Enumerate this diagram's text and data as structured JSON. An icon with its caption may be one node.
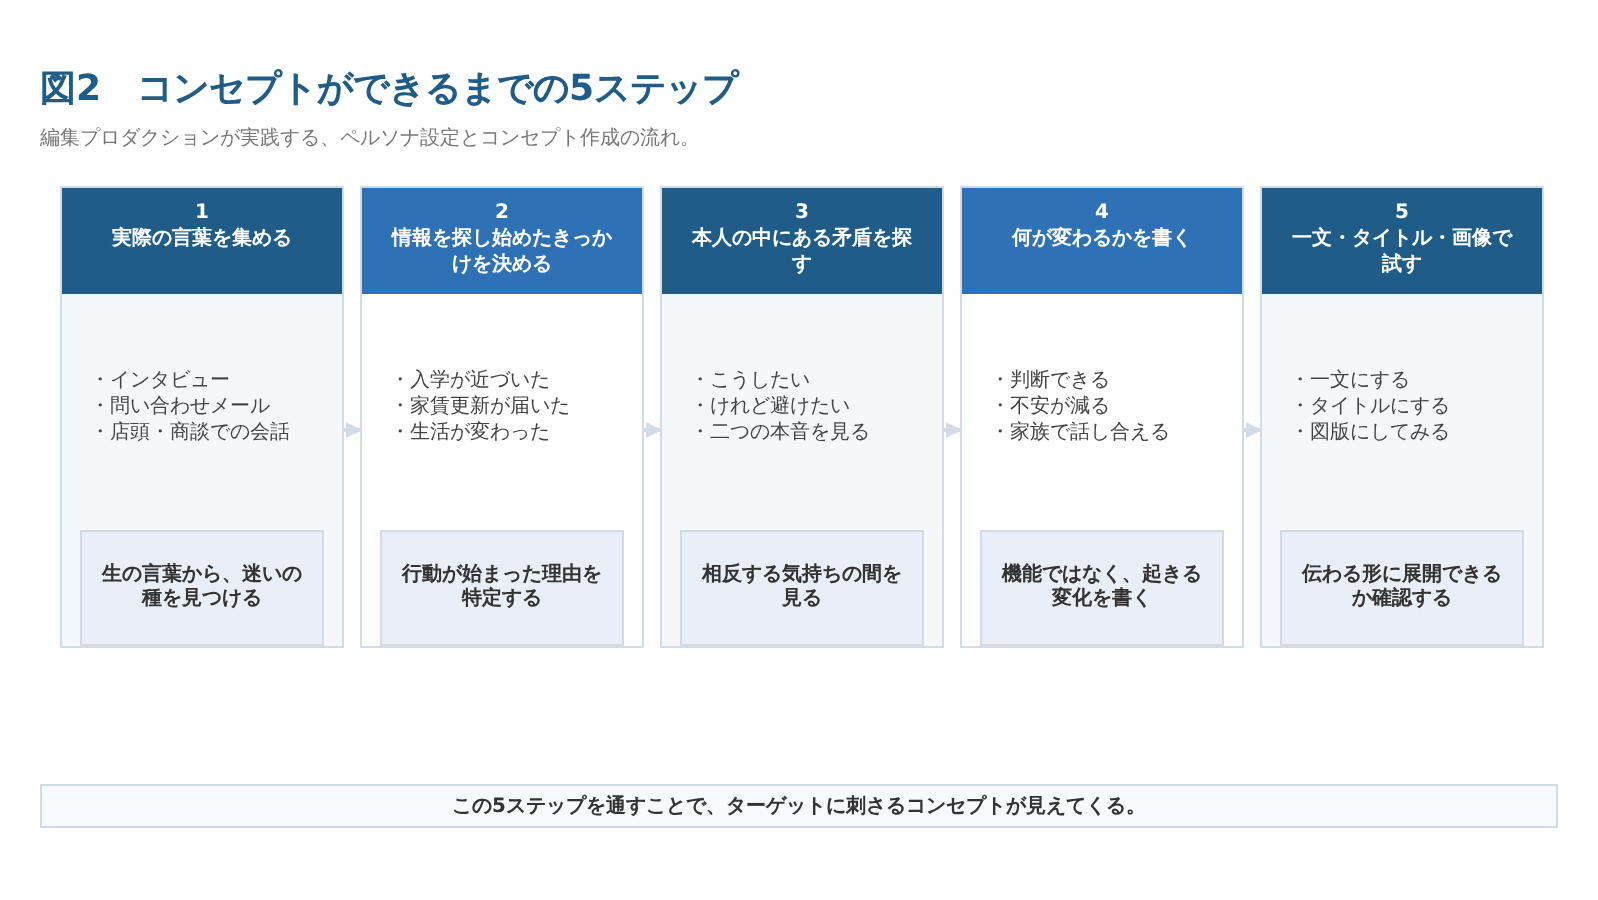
{
  "diagram": {
    "title": "図2　コンセプトができるまでの5ステップ",
    "caption": "編集プロダクションが実践する、ペルソナ設定とコンセプト作成の流れ。",
    "nodes": [
      {
        "text": [
          "1",
          "実際の言葉を集める",
          "・インタビュー",
          "・問い合わせメール",
          "・店頭・商談での会話"
        ]
      },
      {
        "text": [
          "生の言葉から、迷いの種を見つける"
        ],
        "in": 0
      },
      {
        "text": [
          "2",
          "情報を探し始めたきっかけを決める",
          "・入学が近づいた",
          "・家賃更新が届いた",
          "・生活が変わった"
        ]
      },
      {
        "text": [
          "行動が始まった理由を特定する"
        ],
        "in": 2
      },
      {
        "text": [
          "3",
          "本人の中にある矛盾を探す",
          "・こうしたい",
          "・けれど避けたい",
          "・二つの本音を見る"
        ]
      },
      {
        "text": [
          "相反する気持ちの間を見る"
        ],
        "in": 4
      },
      {
        "text": [
          "4",
          "何が変わるかを書く",
          "・判断できる",
          "・不安が減る",
          "・家族で話し合える"
        ]
      },
      {
        "text": [
          "機能ではなく、起きる変化を書く"
        ],
        "in": 6
      },
      {
        "text": [
          "5",
          "一文・タイトル・画像で試す",
          "・一文にする",
          "・タイトルにする",
          "・図版にしてみる"
        ]
      },
      {
        "text": [
          "伝わる形に展開できるか確認する"
        ],
        "in": 8
      },
      {
        "text": [
          "この5ステップを通すことで、ターゲットに刺さるコンセプトが見えてくる。"
        ]
      }
    ],
    "edges": [
      {
        "from": 0,
        "to": 2,
        "arrow": "to"
      },
      {
        "from": 2,
        "to": 4,
        "arrow": "to"
      },
      {
        "from": 4,
        "to": 6,
        "arrow": "to"
      },
      {
        "from": 6,
        "to": 8,
        "arrow": "to"
      }
    ]
  }
}
